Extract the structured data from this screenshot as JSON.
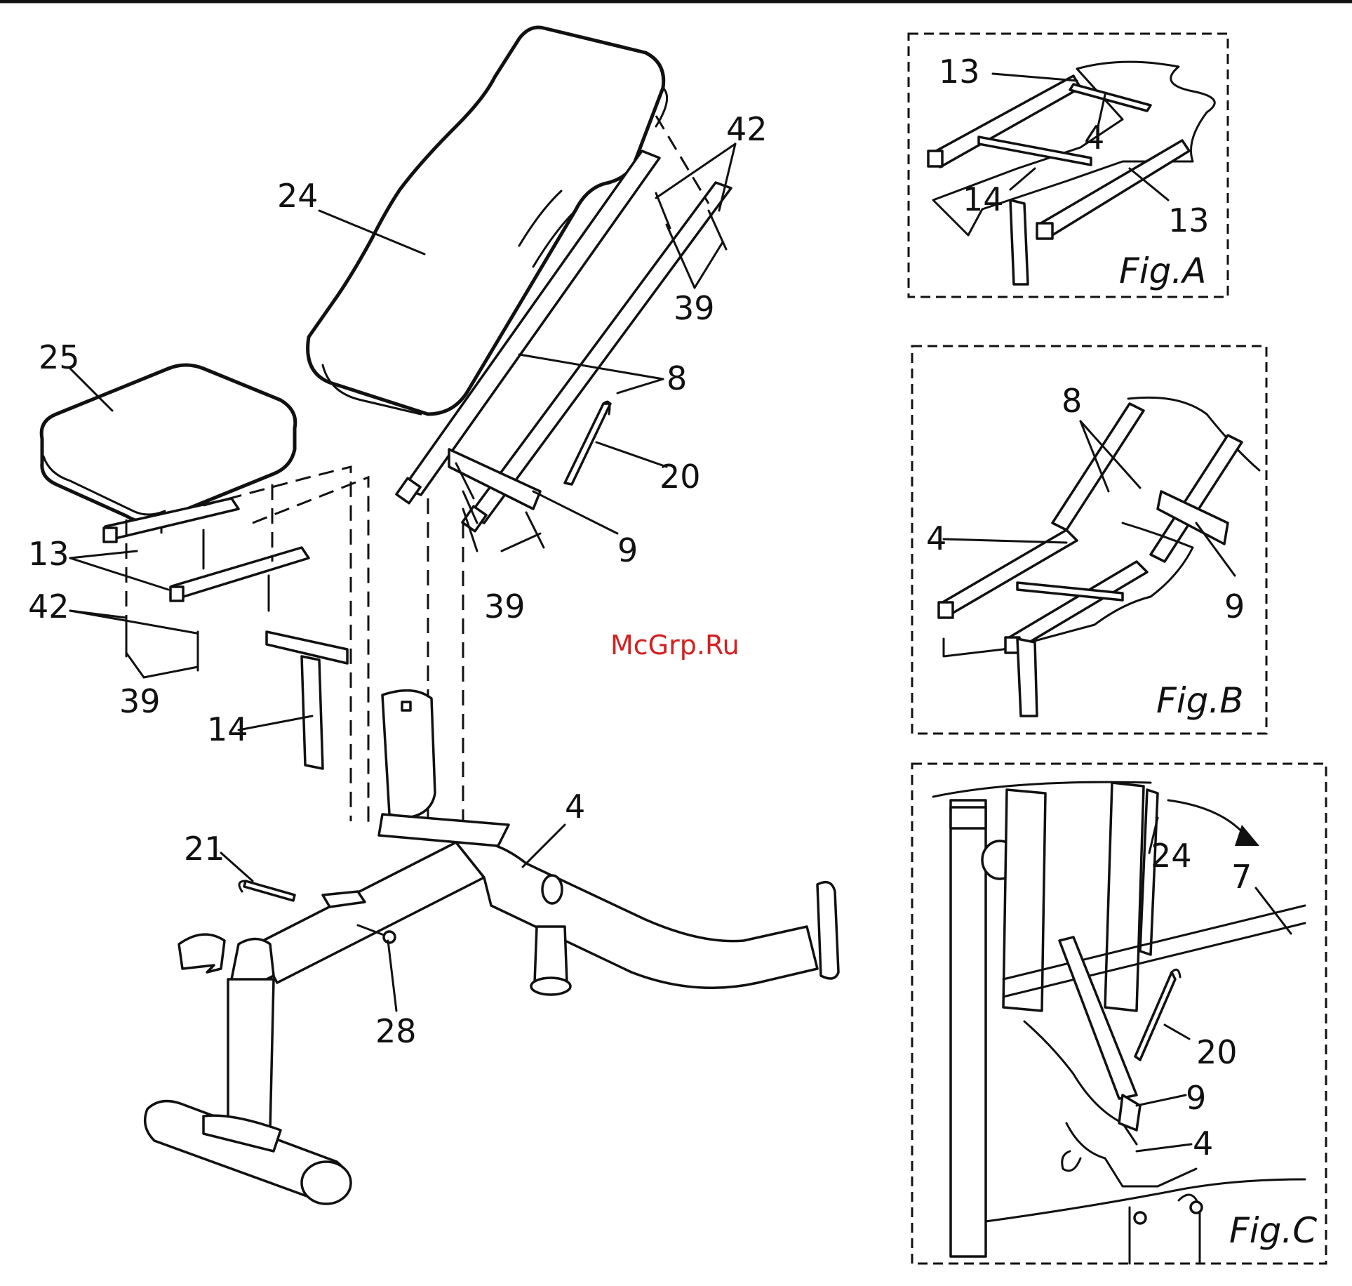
{
  "top_rule": true,
  "watermark": "McGrp.Ru",
  "main_labels": {
    "l24": "24",
    "l42": "42",
    "l39a": "39",
    "l25": "25",
    "l8": "8",
    "l20": "20",
    "l13": "13",
    "l9": "9",
    "l42b": "42",
    "l39b": "39",
    "l39c": "39",
    "l14": "14",
    "l4": "4",
    "l21": "21",
    "l28": "28"
  },
  "fig_a": {
    "title": "Fig.A",
    "labels": {
      "l13a": "13",
      "l4": "4",
      "l14": "14",
      "l13b": "13"
    }
  },
  "fig_b": {
    "title": "Fig.B",
    "labels": {
      "l8": "8",
      "l4": "4",
      "l9": "9"
    }
  },
  "fig_c": {
    "title": "Fig.C",
    "labels": {
      "l24": "24",
      "l7": "7",
      "l20": "20",
      "l9": "9",
      "l4": "4"
    }
  },
  "colors": {
    "ink": "#111111",
    "watermark": "#d42020",
    "background": "#ffffff"
  }
}
